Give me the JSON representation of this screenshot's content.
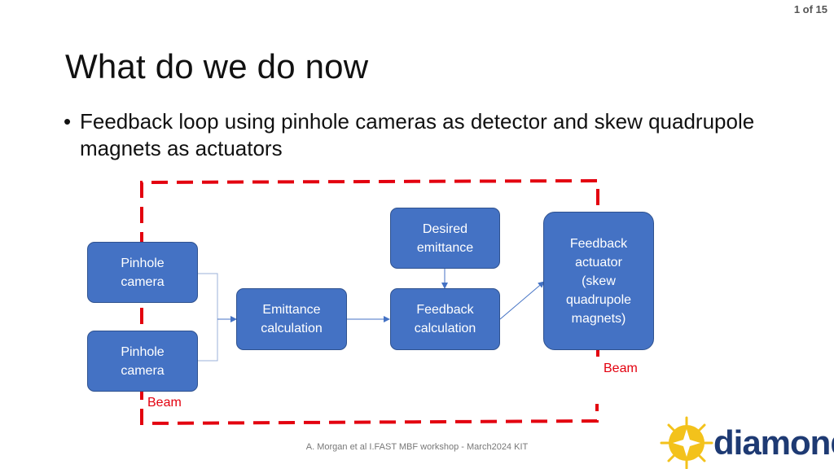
{
  "page": {
    "number": "1 of 15"
  },
  "title": "What do we do now",
  "bullet": "Feedback loop using pinhole cameras as detector and skew quadrupole magnets as actuators",
  "diagram": {
    "boxes": {
      "pinhole_camera_1": "Pinhole\ncamera",
      "pinhole_camera_2": "Pinhole\ncamera",
      "emittance_calculation": "Emittance\ncalculation",
      "desired_emittance": "Desired\nemittance",
      "feedback_calculation": "Feedback\ncalculation",
      "feedback_actuator": "Feedback\nactuator\n(skew\nquadrupole\nmagnets)"
    },
    "beam_labels": {
      "right": "Beam",
      "left": "Beam"
    },
    "colors": {
      "box_fill": "#4472c4",
      "box_border": "#2f528f",
      "loop": "#e3000f",
      "arrow": "#4472c4"
    }
  },
  "footer": "A. Morgan et al I.FAST MBF workshop - March2024 KIT",
  "logo": {
    "text": "diamond",
    "icon": "starburst-logo-icon"
  }
}
